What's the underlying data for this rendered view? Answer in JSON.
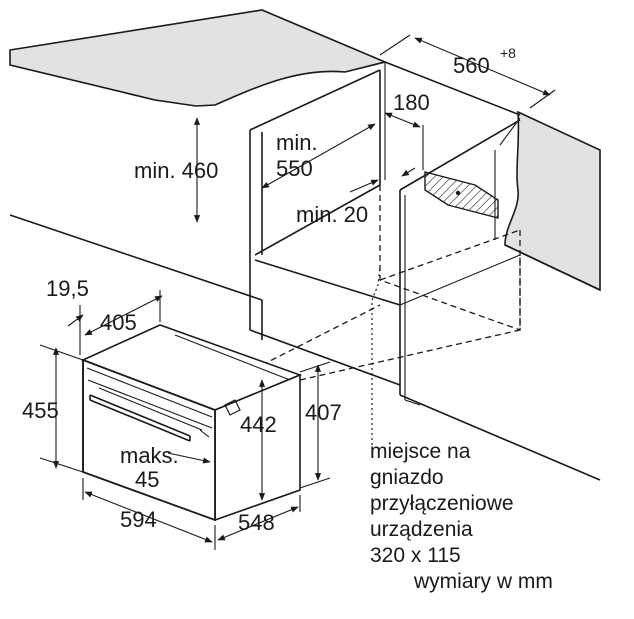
{
  "labels": {
    "width_cabinet": "560",
    "width_cabinet_tol": "+8",
    "depth_180": "180",
    "min_460": "min. 460",
    "min_550_a": "min.",
    "min_550_b": "550",
    "min_20": "min. 20",
    "d_19_5": "19,5",
    "d_405": "405",
    "d_455": "455",
    "d_442": "442",
    "d_407": "407",
    "maks_a": "maks.",
    "maks_b": "45",
    "d_594": "594",
    "d_548": "548"
  },
  "note": {
    "line1": "miejsce na",
    "line2": "gniazdo",
    "line3": "przyłączeniowe",
    "line4": "urządzenia",
    "line5": "320 x 115",
    "units": "wymiary w mm"
  },
  "colors": {
    "countertop": "#e2e2e2",
    "line": "#1a1a1a",
    "oven_face": "#ffffff"
  }
}
